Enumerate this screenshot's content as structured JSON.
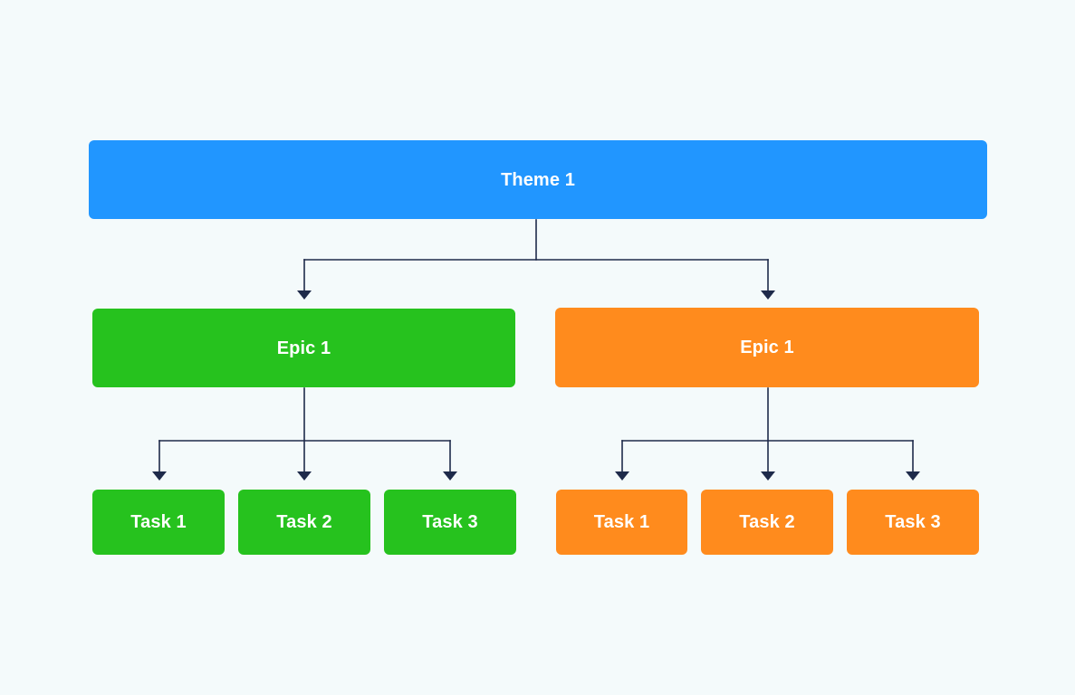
{
  "colors": {
    "background": "#F4FAFB",
    "theme": "#2196FF",
    "green": "#26C21E",
    "orange": "#FF8B1D",
    "connector": "#1E2A4A",
    "text": "#FFFFFF"
  },
  "theme": {
    "label": "Theme 1"
  },
  "epics": [
    {
      "label": "Epic 1",
      "color_role": "green"
    },
    {
      "label": "Epic 1",
      "color_role": "orange"
    }
  ],
  "tasks": {
    "green": [
      {
        "label": "Task 1"
      },
      {
        "label": "Task 2"
      },
      {
        "label": "Task 3"
      }
    ],
    "orange": [
      {
        "label": "Task 1"
      },
      {
        "label": "Task 2"
      },
      {
        "label": "Task 3"
      }
    ]
  }
}
